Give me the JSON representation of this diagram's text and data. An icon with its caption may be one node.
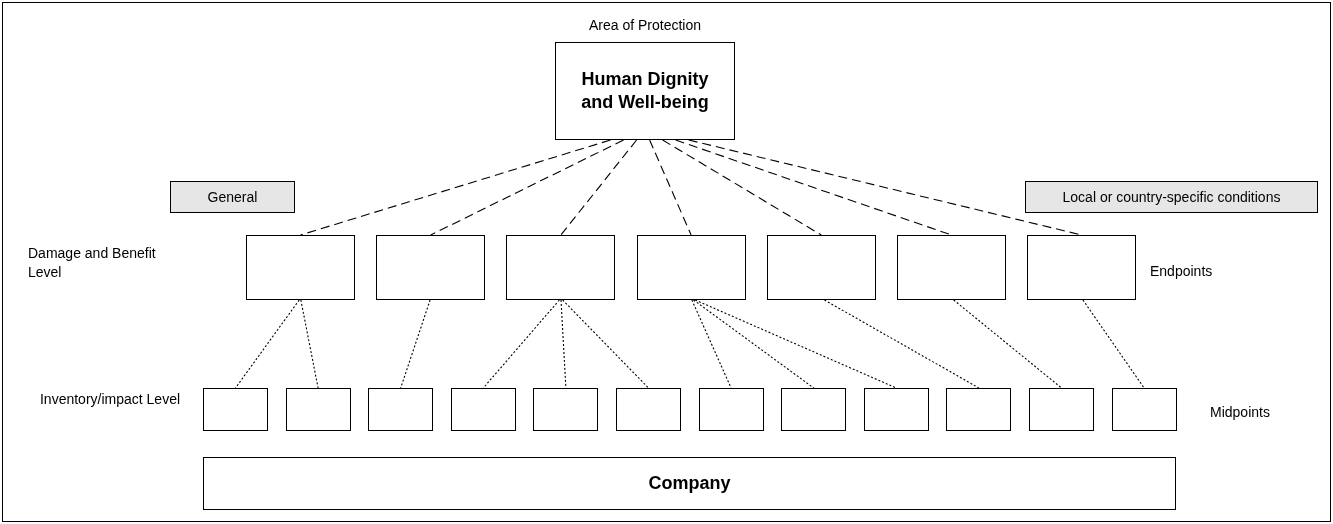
{
  "diagram": {
    "nodes": [
      {
        "text": [
          "Human Dignity and Well-being"
        ]
      },
      {
        "text": [
          "General"
        ]
      },
      {
        "text": [
          "Local or country-specific conditions"
        ]
      },
      {
        "text": [],
        "shape": "box"
      },
      {
        "text": [],
        "shape": "box"
      },
      {
        "text": [],
        "shape": "box"
      },
      {
        "text": [],
        "shape": "box"
      },
      {
        "text": [],
        "shape": "box"
      },
      {
        "text": [],
        "shape": "box"
      },
      {
        "text": [],
        "shape": "box"
      },
      {
        "text": [],
        "shape": "box"
      },
      {
        "text": [],
        "shape": "box"
      },
      {
        "text": [],
        "shape": "box"
      },
      {
        "text": [],
        "shape": "box"
      },
      {
        "text": [],
        "shape": "box"
      },
      {
        "text": [],
        "shape": "box"
      },
      {
        "text": [],
        "shape": "box"
      },
      {
        "text": [],
        "shape": "box"
      },
      {
        "text": [],
        "shape": "box"
      },
      {
        "text": [],
        "shape": "box"
      },
      {
        "text": [],
        "shape": "box"
      },
      {
        "text": [],
        "shape": "box"
      },
      {
        "text": [
          "Company"
        ]
      }
    ],
    "edges": [
      {
        "from": 0,
        "to": 3,
        "arrow": "none",
        "style": "dashed"
      },
      {
        "from": 0,
        "to": 4,
        "arrow": "none",
        "style": "dashed"
      },
      {
        "from": 0,
        "to": 5,
        "arrow": "none",
        "style": "dashed"
      },
      {
        "from": 0,
        "to": 6,
        "arrow": "none",
        "style": "dashed"
      },
      {
        "from": 0,
        "to": 7,
        "arrow": "none",
        "style": "dashed"
      },
      {
        "from": 0,
        "to": 8,
        "arrow": "none",
        "style": "dashed"
      },
      {
        "from": 0,
        "to": 9,
        "arrow": "none",
        "style": "dashed"
      },
      {
        "from": 3,
        "to": 10,
        "arrow": "none"
      },
      {
        "from": 3,
        "to": 11,
        "arrow": "none"
      },
      {
        "from": 4,
        "to": 12,
        "arrow": "none"
      },
      {
        "from": 5,
        "to": 13,
        "arrow": "none"
      },
      {
        "from": 5,
        "to": 14,
        "arrow": "none"
      },
      {
        "from": 5,
        "to": 15,
        "arrow": "none"
      },
      {
        "from": 6,
        "to": 16,
        "arrow": "none"
      },
      {
        "from": 6,
        "to": 17,
        "arrow": "none"
      },
      {
        "from": 6,
        "to": 18,
        "arrow": "none"
      },
      {
        "from": 7,
        "to": 19,
        "arrow": "none"
      },
      {
        "from": 8,
        "to": 20,
        "arrow": "none"
      },
      {
        "from": 9,
        "to": 21,
        "arrow": "none"
      }
    ],
    "labels": [
      "Area of Protection",
      "Damage and Benefit Level",
      "Endpoints",
      "Inventory/impact Level",
      "Midpoints"
    ]
  }
}
